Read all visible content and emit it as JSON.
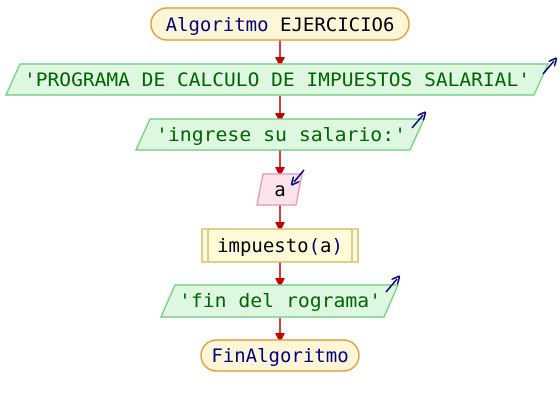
{
  "flowchart": {
    "start": {
      "keyword": "Algoritmo",
      "name": "EJERCICIO6"
    },
    "output_1": {
      "text": "'PROGRAMA DE CALCULO DE IMPUESTOS SALARIAL'"
    },
    "output_2": {
      "text": "'ingrese su salario:'"
    },
    "input_1": {
      "text": "a"
    },
    "subprocess": {
      "name": "impuesto",
      "open_paren": "(",
      "arg": "a",
      "close_paren": ")"
    },
    "output_3": {
      "text": "'fin del rograma'"
    },
    "end": {
      "text": "FinAlgoritmo"
    }
  },
  "colors": {
    "keyword_text": "#000080",
    "string_text": "#006400",
    "identifier_text": "#000000",
    "terminal_fill": "#fff6d8",
    "terminal_stroke": "#e0a040",
    "output_fill": "#ddf7e0",
    "output_stroke": "#7ccf88",
    "input_fill": "#fde3ec",
    "input_stroke": "#e5a0b8",
    "process_fill": "#fffbd8",
    "process_stroke": "#d4c070",
    "connector": "#c00000",
    "io_arrow": "#000080"
  }
}
